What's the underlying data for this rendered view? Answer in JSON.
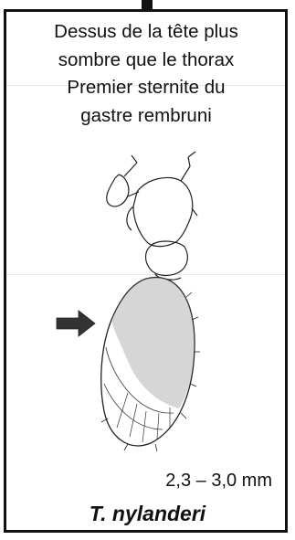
{
  "description": {
    "lines": [
      "Dessus de la tête plus",
      "sombre que le thorax",
      "Premier sternite du",
      "gastre rembruni"
    ]
  },
  "size": "2,3 – 3,0 mm",
  "species": "T. nylanderi",
  "colors": {
    "border": "#111111",
    "line_blue": "#9fc4dc",
    "line_pink": "#d8a6d8",
    "arrow": "#333333"
  },
  "icons": {
    "arrow": "arrow-right-icon"
  }
}
